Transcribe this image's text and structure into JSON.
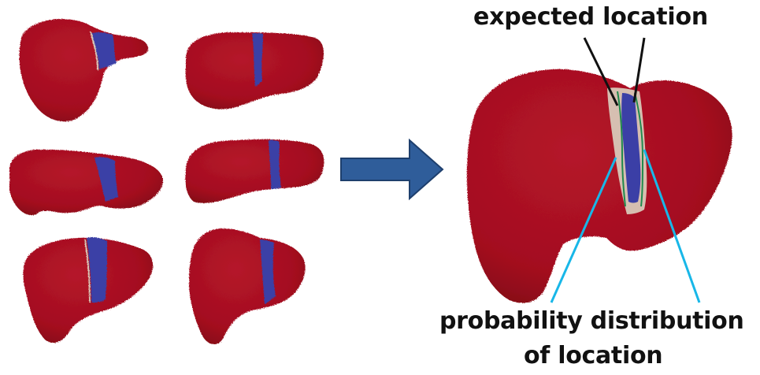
{
  "annotations": {
    "expected_location": "expected location",
    "probability_line1": "probability distribution",
    "probability_line2": "of location"
  },
  "colors": {
    "organ": "#a8101f",
    "organ_dark": "#8e0c18",
    "vessel": "#3b3fa6",
    "halo": "#d8c8b8",
    "contour": "#1f8a4c",
    "arrow": "#2f5d9a",
    "pointer_black": "#111111",
    "pointer_cyan": "#18b7e8"
  },
  "icons": {
    "transition": "right-arrow-icon"
  }
}
